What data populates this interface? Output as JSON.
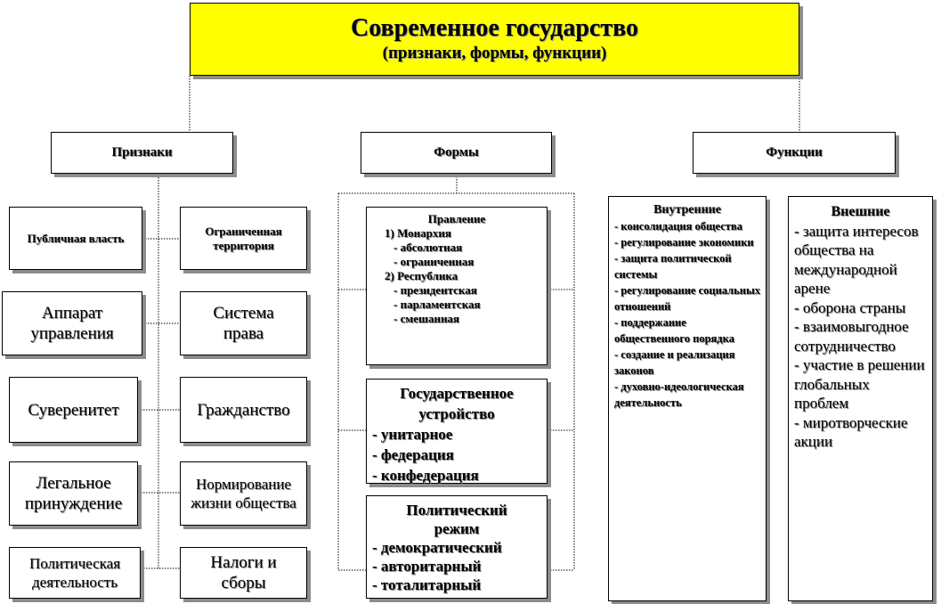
{
  "title": {
    "main": "Современное государство",
    "sub": "(признаки, формы, функции)"
  },
  "headers": {
    "priznaki": "Признаки",
    "formy": "Формы",
    "funkcii": "Функции"
  },
  "priznaki": {
    "left": [
      "Публичная власть",
      "Аппарат управления",
      "Суверенитет",
      "Легальное принуждение",
      "Политическая деятельность"
    ],
    "right": [
      "Ограниченная территория",
      "Система права",
      "Гражданство",
      "Нормирование жизни общества",
      "Налоги и сборы"
    ]
  },
  "formy": {
    "pravlenie": {
      "title": "Правление",
      "monarchy": "1)   Монархия",
      "monarchy_items": [
        "- абсолютная",
        "- ограниченная"
      ],
      "republic": "2)   Республика",
      "republic_items": [
        "- президентская",
        "- парламентская",
        "- смешанная"
      ]
    },
    "ustroistvo": {
      "title": "Государственное устройство",
      "items": [
        "- унитарное",
        "- федерация",
        "- конфедерация"
      ]
    },
    "rezhim": {
      "title": "Политический режим",
      "items": [
        "- демократический",
        "- авторитарный",
        "- тоталитарный"
      ]
    }
  },
  "funkcii": {
    "vnutrennie": {
      "title": "Внутренние",
      "items": [
        "- консолидация общества",
        "- регулирование экономики",
        "- защита политической системы",
        "- регулирование социальных отношений",
        "- поддержание общественного порядка",
        "- создание и реализация законов",
        "- духовно-идеологическая деятельность"
      ]
    },
    "vneshnie": {
      "title": "Внешние",
      "items": [
        "- защита интересов общества на международной арене",
        "- оборона страны",
        "- взаимовыгодное сотрудничество",
        "- участие в решении глобальных проблем",
        "- миротворческие акции"
      ]
    }
  }
}
